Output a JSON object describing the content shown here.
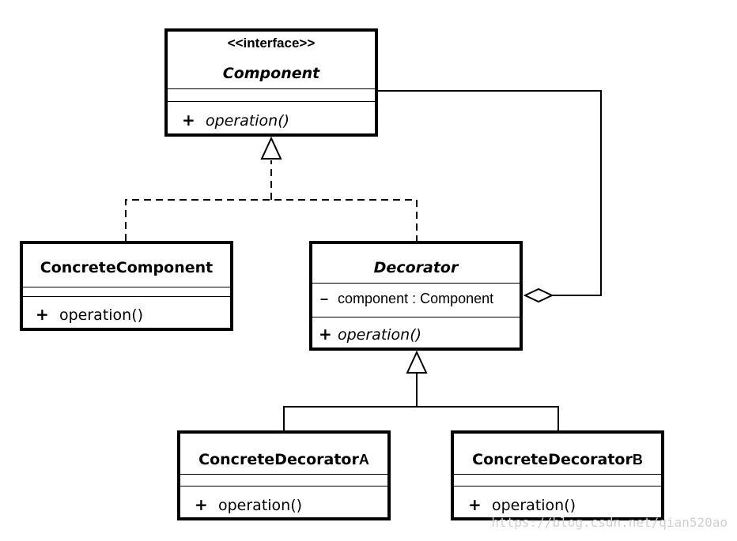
{
  "classes": {
    "component": {
      "stereotype": "<<interface>>",
      "name": "Component",
      "op_visibility": "+",
      "operation": "operation()"
    },
    "concrete_component": {
      "name": "ConcreteComponent",
      "op_visibility": "+",
      "operation": "operation()"
    },
    "decorator": {
      "name": "Decorator",
      "attr_visibility": "–",
      "attribute": "component : Component",
      "op_visibility": "+",
      "operation": "operation()"
    },
    "decorator_a": {
      "name": "ConcreteDecorator",
      "suffix": "A",
      "op_visibility": "+",
      "operation": "operation()"
    },
    "decorator_b": {
      "name": "ConcreteDecorator",
      "suffix": "B",
      "op_visibility": "+",
      "operation": "operation()"
    }
  },
  "watermark": "https://blog.csdn.net/qian520ao"
}
